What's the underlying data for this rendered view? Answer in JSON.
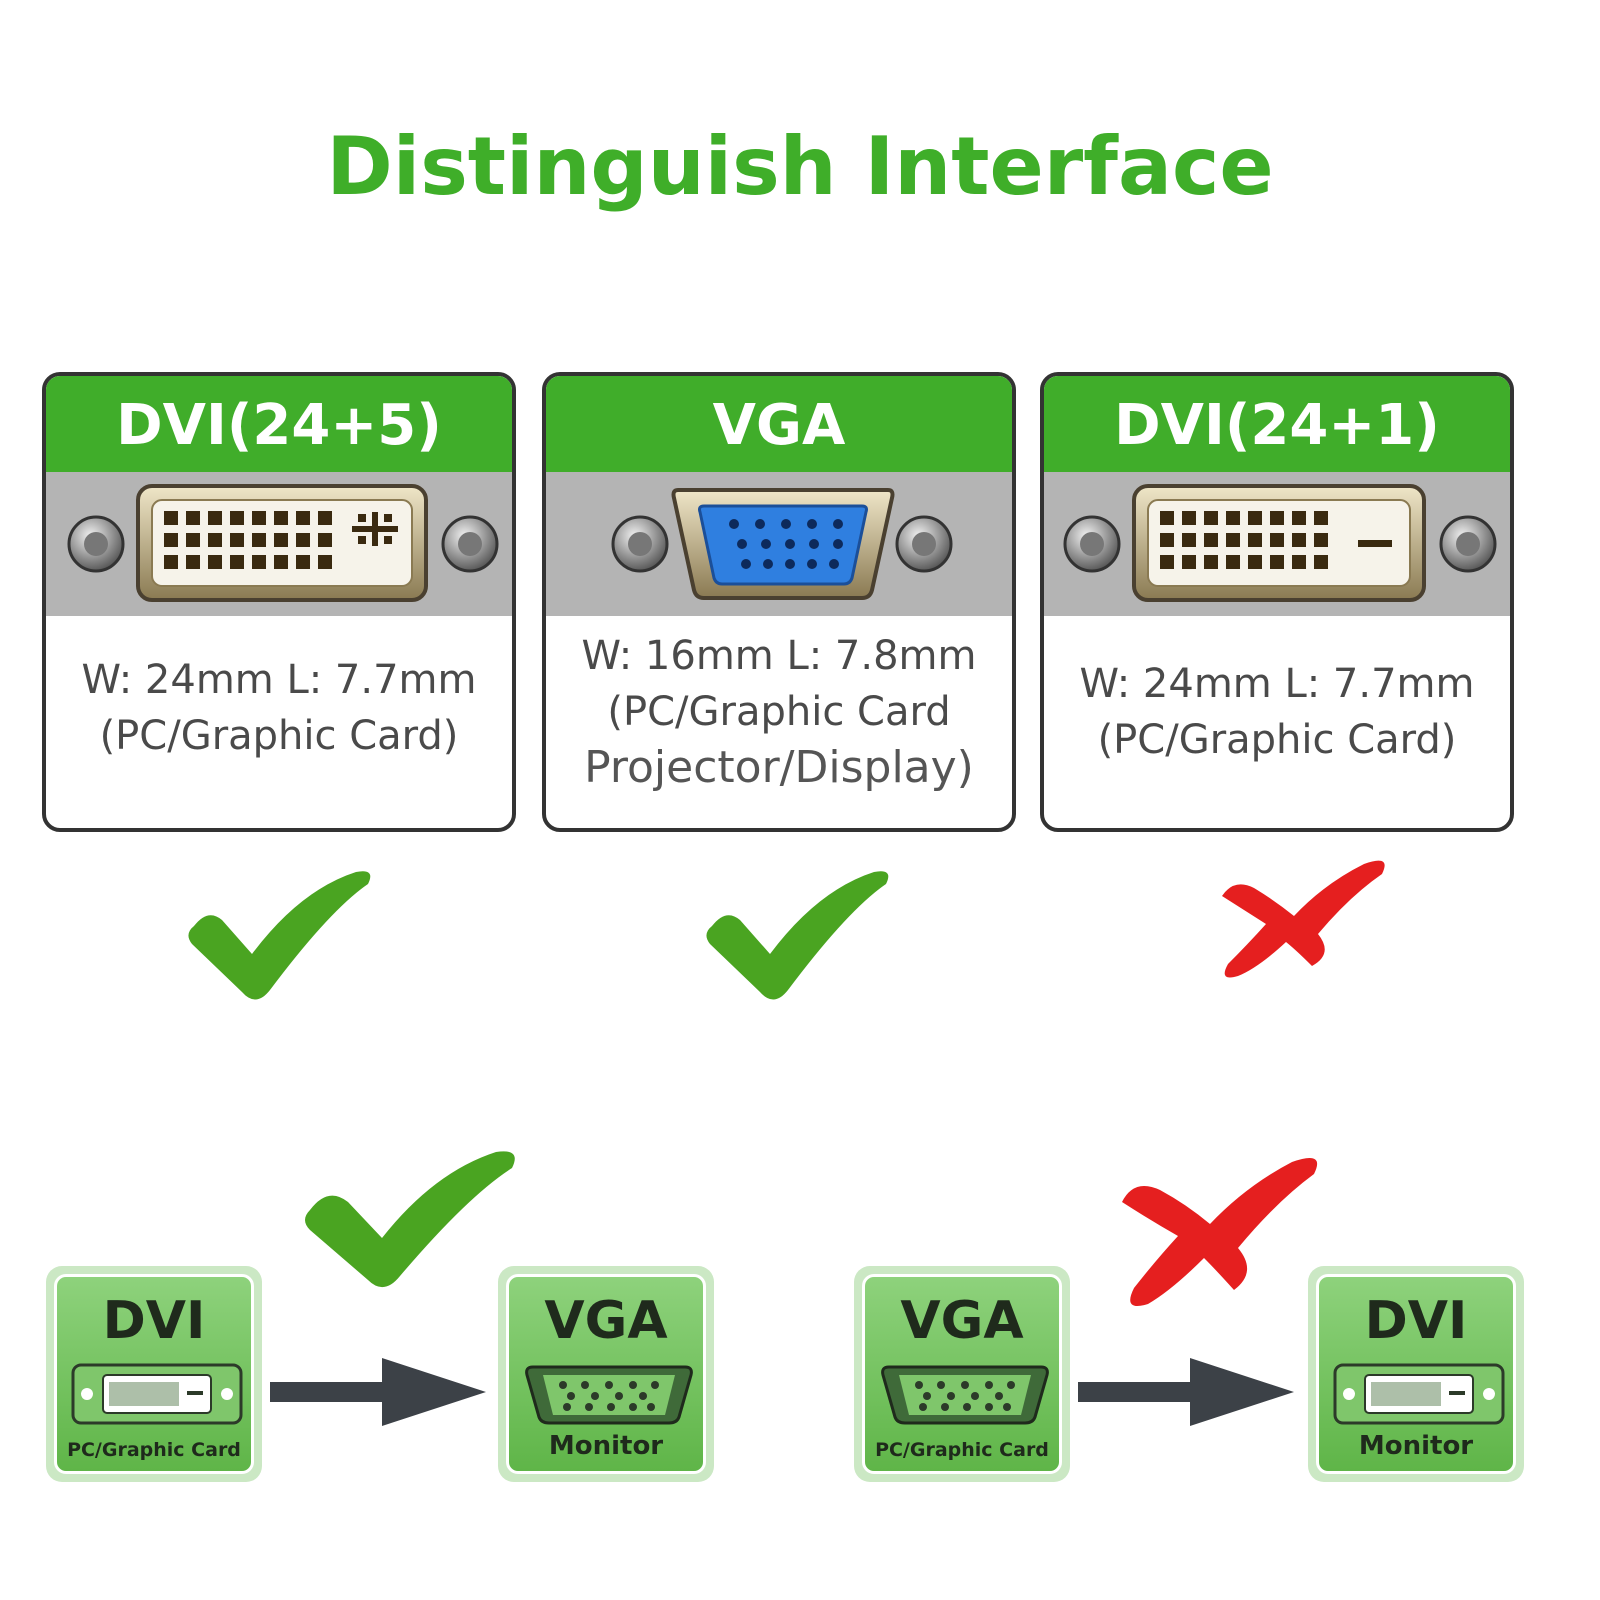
{
  "title": "Distinguish Interface",
  "colors": {
    "green": "#40ad2a",
    "red": "#e51f1f",
    "dark": "#333333",
    "arrow": "#3c4147"
  },
  "cards": [
    {
      "name": "DVI(24+5)",
      "line1": "W: 24mm  L: 7.7mm",
      "line2": "(PC/Graphic Card)",
      "line3": "",
      "compatible": true,
      "mark_icon": "check-icon"
    },
    {
      "name": "VGA",
      "line1": "W: 16mm  L: 7.8mm",
      "line2": "(PC/Graphic Card",
      "line3": "Projector/Display)",
      "compatible": true,
      "mark_icon": "check-icon"
    },
    {
      "name": "DVI(24+1)",
      "line1": "W: 24mm  L: 7.7mm",
      "line2": "(PC/Graphic Card)",
      "line3": "",
      "compatible": false,
      "mark_icon": "cross-icon"
    }
  ],
  "conversions": [
    {
      "source_label": "DVI",
      "source_sub": "PC/Graphic Card",
      "target_label": "VGA",
      "target_sub": "Monitor",
      "supported": true
    },
    {
      "source_label": "VGA",
      "source_sub": "PC/Graphic Card",
      "target_label": "DVI",
      "target_sub": "Monitor",
      "supported": false
    }
  ]
}
